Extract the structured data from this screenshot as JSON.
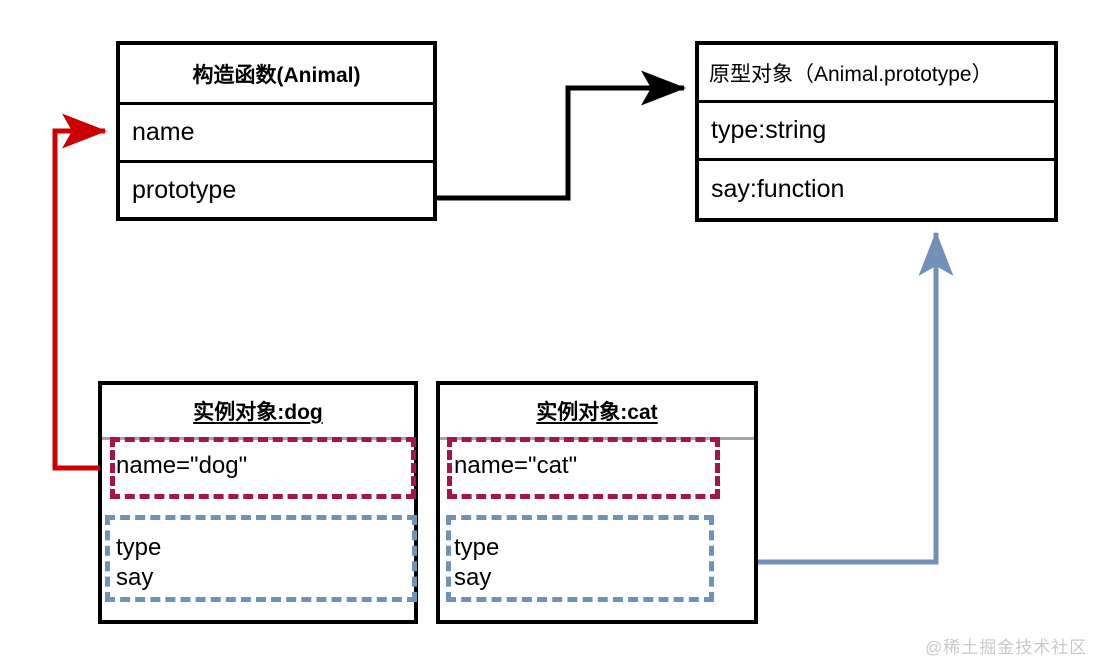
{
  "diagram": {
    "title_hidden": "JavaScript prototype chain diagram",
    "constructor_box": {
      "title": "构造函数(Animal)",
      "fields": [
        "name",
        "prototype"
      ]
    },
    "prototype_box": {
      "title": "原型对象（Animal.prototype）",
      "fields": [
        "type:string",
        "say:function"
      ]
    },
    "instances": [
      {
        "title": "实例对象:dog",
        "own_property": "name=\"dog\"",
        "inherited": [
          "type",
          "say"
        ]
      },
      {
        "title": "实例对象:cat",
        "own_property": "name=\"cat\"",
        "inherited": [
          "type",
          "say"
        ]
      }
    ],
    "arrows": [
      {
        "name": "instance-name-to-constructor-name",
        "color": "#cc0000"
      },
      {
        "name": "prototype-field-to-prototype-object",
        "color": "#000000"
      },
      {
        "name": "instance-inherited-to-prototype-object",
        "color": "#7191b8"
      }
    ],
    "colors": {
      "own_property_outline": "#a5154c",
      "inherited_outline": "#7191b8",
      "red_arrow": "#cc0000",
      "black_arrow": "#000000",
      "blue_arrow": "#7191b8",
      "separator": "#a6a6a6",
      "watermark": "#c9c9c9"
    },
    "watermark": "@稀土掘金技术社区"
  }
}
